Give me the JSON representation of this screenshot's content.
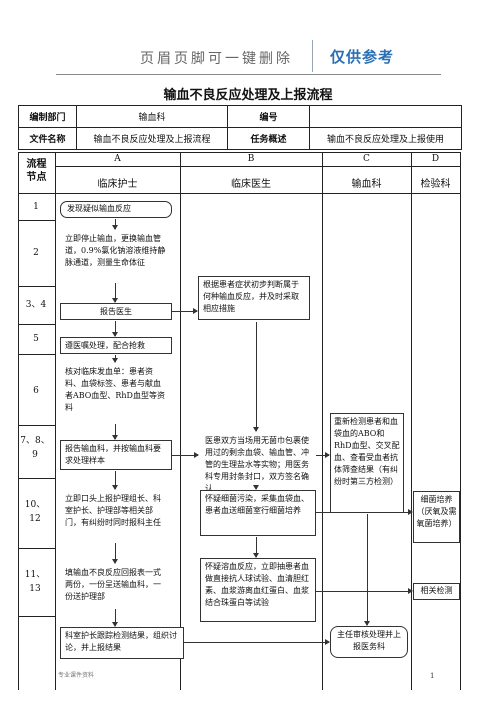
{
  "banner": {
    "left": "页眉页脚可一键删除",
    "right": "仅供参考"
  },
  "title": "输血不良反应处理及上报流程",
  "meta": {
    "dept_label": "编制部门",
    "dept_value": "输血科",
    "code_label": "编号",
    "code_value": "",
    "file_label": "文件名称",
    "file_value": "输血不良反应处理及上报流程",
    "desc_label": "任务概述",
    "desc_value": "输血不良反应处理及上报使用"
  },
  "columns": {
    "node_label_1": "流程",
    "node_label_2": "节点",
    "letters": [
      "A",
      "B",
      "C",
      "D"
    ],
    "roles": [
      "临床护士",
      "临床医生",
      "输血科",
      "检验科"
    ]
  },
  "rows": [
    "1",
    "2",
    "3、4",
    "5",
    "6",
    "7、8、9",
    "10、12",
    "11、13"
  ],
  "boxes": {
    "a1": "发现疑似输血反应",
    "a2": "立即停止输血，更换输血管道，0.9%氯化钠溶液维持静脉通道，测量生命体征",
    "a3": "报告医生",
    "b3": "根据患者症状初步判断属于何种输血反应，并及时采取相应措施",
    "a5": "遵医嘱处理，配合抢救",
    "a6": "核对临床发血单：患者资料、血袋标签、患者与献血者ABO血型、RhD血型等资料",
    "c6": "重新检测患者和血袋血的ABO和RhD血型、交叉配血、查看受血者抗体筛查结果（有纠纷时第三方检测）",
    "b7": "医患双方当场用无菌巾包裹使用过的剩余血袋、输血管、冲管的生理盐水等实物；用医务科专用封条封口，双方签名确认",
    "a7": "报告输血科，并按输血科要求处理样本",
    "a10": "立即口头上报护理组长、科室护长、护理部等相关部门，有纠纷时同时报科主任",
    "b10": "怀疑细菌污染，采集血袋血、患者血送细菌室行细菌培养",
    "d10": "细菌培养（厌氧及需氧菌培养）",
    "a11": "填输血不良反应回报表一式两份，一份呈送输血科，一份送护理部",
    "b11": "怀疑溶血反应，立即抽患者血做直接抗人球试验、血清胆红素、血浆游离血红蛋白、血浆结合珠蛋白等试验",
    "d11": "相关检测",
    "a14": "科室护长跟踪检测结果，组织讨论，并上报结果",
    "c14": "主任审核处理并上报医务科"
  },
  "footer": {
    "left": "专业课件资料",
    "page": "1"
  }
}
